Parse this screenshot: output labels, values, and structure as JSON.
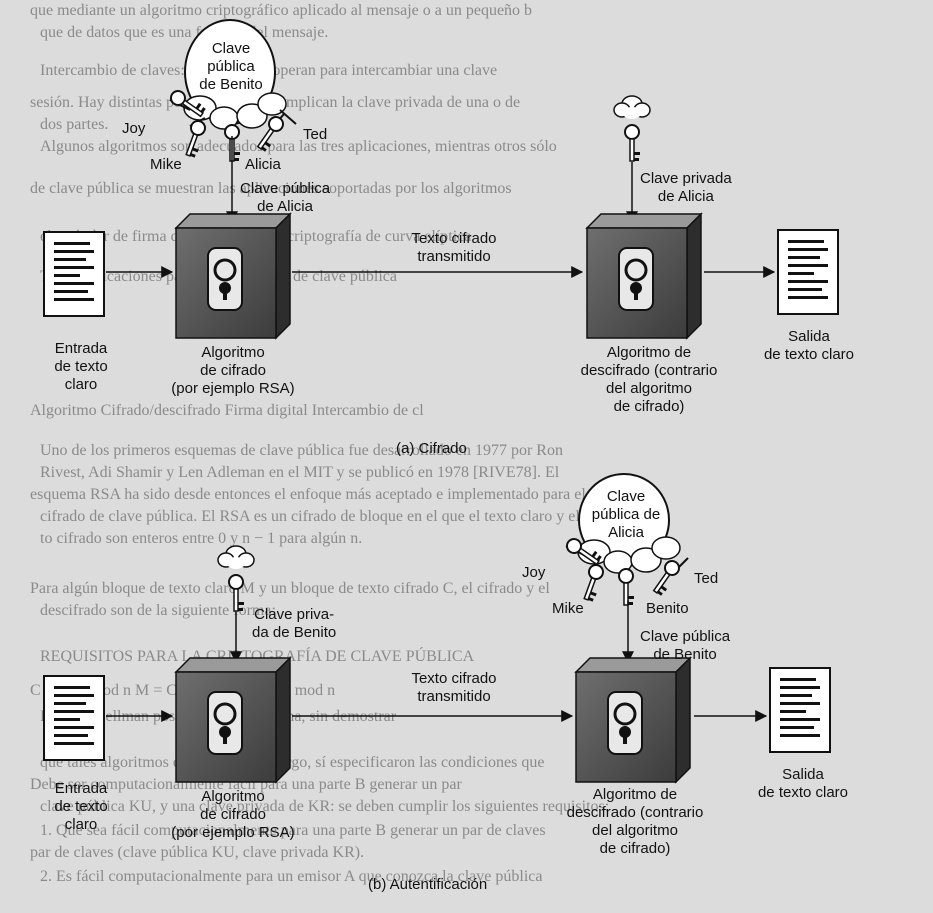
{
  "background_text": [
    "que mediante un algoritmo criptográfico aplicado al mensaje o a un pequeño b",
    "que de datos que es una función del mensaje.",
    "Intercambio de claves: dos partes cooperan para intercambiar una clave",
    "sesión. Hay distintas posibilidades que implican la clave privada de una o de",
    "dos partes.",
    "Algunos algoritmos son adecuados para las tres aplicaciones, mientras otros sólo",
    "de clave pública se muestran las aplicaciones soportadas por los algoritmos",
    "el estándar de firma digital (DSS) y la criptografía de curva elíptica",
    "Tabla Aplicaciones para criptosistemas de clave pública",
    "Algoritmo   Cifrado/descifrado   Firma digital   Intercambio de cl",
    "Uno de los primeros esquemas de clave pública fue desarrollado en 1977 por Ron",
    "Rivest, Adi Shamir y Len Adleman en el MIT y se publicó en 1978 [RIVE78]. El",
    "esquema RSA ha sido desde entonces el enfoque más aceptado e implementado para el",
    "cifrado de clave pública. El RSA es un cifrado de bloque en el que el texto claro y el tex-",
    "to cifrado son enteros entre 0 y n − 1 para algún n.",
    "Para algún bloque de texto claro M y un bloque de texto cifrado C, el cifrado y el",
    "descifrado son de la siguiente forma:",
    "REQUISITOS PARA LA CRIPTOGRAFÍA DE CLAVE PÚBLICA",
    "C = M^e mod n     M = C^d mod n = M^ed mod n",
    "Diffie y Hellman postularon este sistema, sin demostrar",
    "que tales algoritmos existan. Sin embargo, sí especificaron las condiciones que",
    "Debe ser computacionalmente fácil para una parte B generar un par",
    "clave pública KU, y una clave privada de KR: se deben cumplir los siguientes requisitos:",
    "1. Que sea fácil computacionalmente para una parte B generar un par de claves",
    "par de claves (clave pública KU, clave privada KR).",
    "2. Es fácil computacionalmente para un emisor A que conozca la clave pública"
  ],
  "panel_a": {
    "keyring_label": "Clave\npública\nde Benito",
    "names": [
      "Joy",
      "Ted",
      "Mike",
      "Alicia"
    ],
    "public_key_label": "Clave pública\nde Alicia",
    "private_key_label": "Clave privada\nde Alicia",
    "input_label": "Entrada\nde texto\nclaro",
    "encrypt_label": "Algoritmo\nde cifrado\n(por ejemplo RSA)",
    "transmitted_label": "Texto cifrado\ntransmitido",
    "decrypt_label": "Algoritmo de\ndescifrado (contrario\ndel algoritmo\nde cifrado)",
    "output_label": "Salida\nde texto claro",
    "caption": "(a)  Cifrado"
  },
  "panel_b": {
    "keyring_label": "Clave\npública de\nAlicia",
    "names": [
      "Joy",
      "Ted",
      "Mike",
      "Benito"
    ],
    "private_key_label": "Clave priva-\nda de Benito",
    "public_key_label": "Clave pública\nde Benito",
    "input_label": "Entrada\nde texto\nclaro",
    "encrypt_label": "Algoritmo\nde cifrado\n(por ejemplo RSA)",
    "transmitted_label": "Texto cifrado\ntransmitido",
    "decrypt_label": "Algoritmo de\ndescifrado (contrario\ndel algoritmo\nde cifrado)",
    "output_label": "Salida\nde texto claro",
    "caption": "(b)  Autentificación"
  }
}
